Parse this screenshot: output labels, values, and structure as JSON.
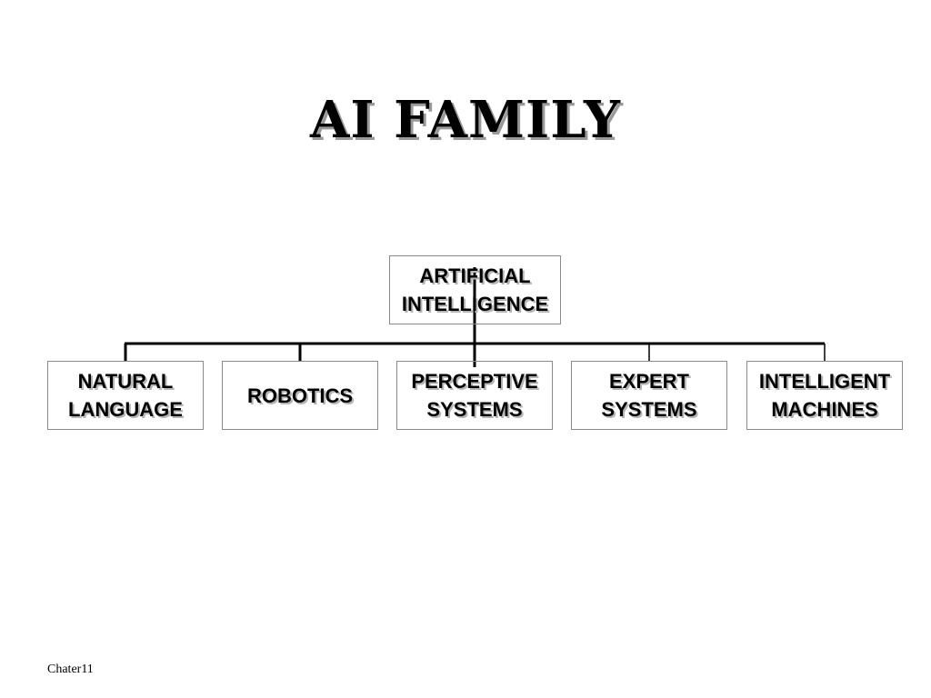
{
  "slide": {
    "title": "AI FAMILY",
    "footer": "Chater11"
  },
  "diagram": {
    "root": {
      "label": "ARTIFICIAL\nINTELLIGENCE"
    },
    "children": [
      {
        "label": "NATURAL\nLANGUAGE"
      },
      {
        "label": "ROBOTICS"
      },
      {
        "label": "PERCEPTIVE\nSYSTEMS"
      },
      {
        "label": "EXPERT\nSYSTEMS"
      },
      {
        "label": "INTELLIGENT\nMACHINES"
      }
    ],
    "colors": {
      "border": "#8a8a8a",
      "connector": "#000000",
      "text": "#000000",
      "shadow": "#9a9a9a"
    }
  }
}
